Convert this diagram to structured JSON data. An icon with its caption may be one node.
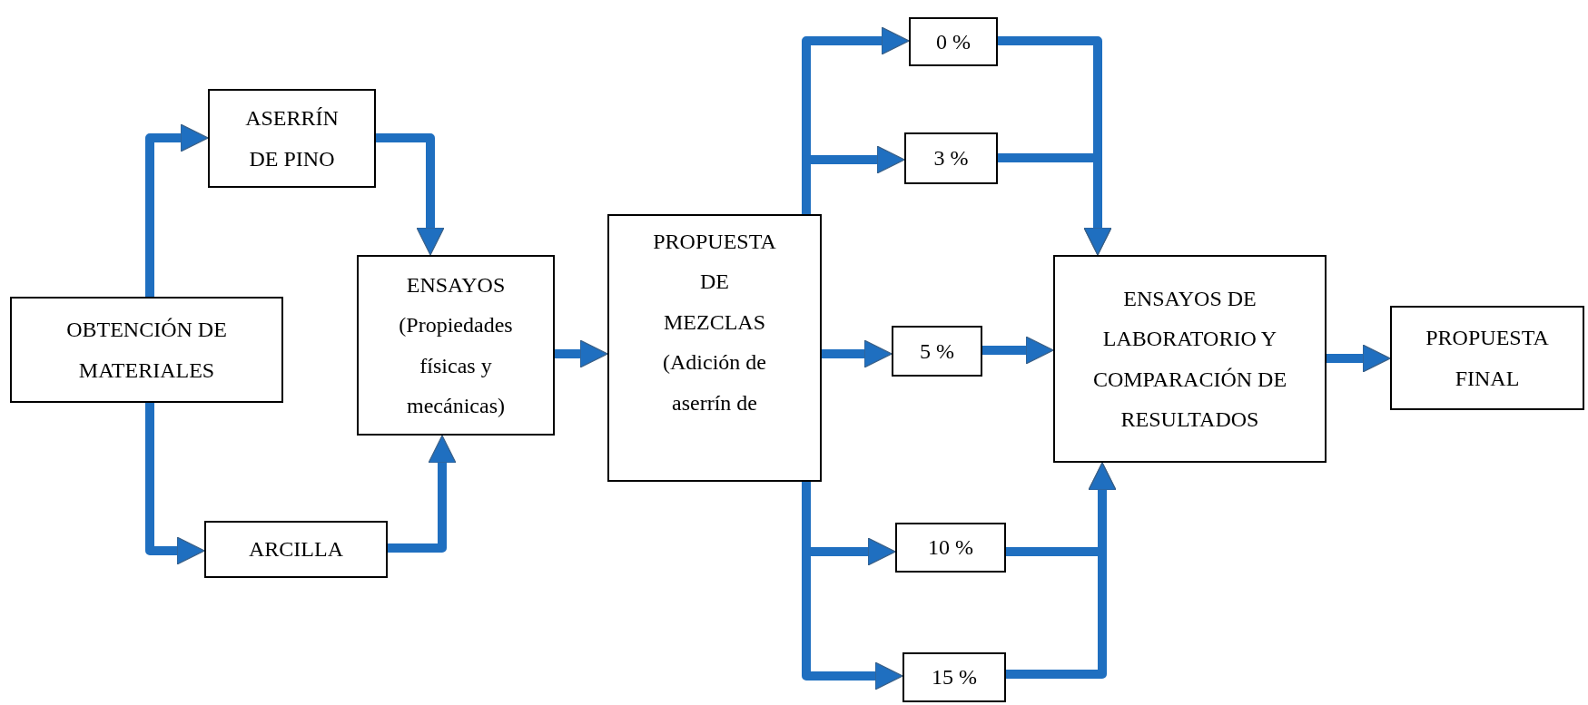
{
  "diagram": {
    "nodes": [
      {
        "text": [
          "OBTENCIÓN DE MATERIALES"
        ]
      },
      {
        "text": [
          "ASERRÍN DE PINO"
        ]
      },
      {
        "text": [
          "ARCILLA"
        ]
      },
      {
        "text": [
          "ENSAYOS (Propiedades físicas y mecánicas)"
        ]
      },
      {
        "text": [
          "PROPUESTA DE MEZCLAS (Adición de aserrín de"
        ]
      },
      {
        "text": [
          "0 %"
        ]
      },
      {
        "text": [
          "3 %"
        ]
      },
      {
        "text": [
          "5 %"
        ]
      },
      {
        "text": [
          "10 %"
        ]
      },
      {
        "text": [
          "15 %"
        ]
      },
      {
        "text": [
          "ENSAYOS DE LABORATORIO Y COMPARACIÓN DE RESULTADOS"
        ]
      },
      {
        "text": [
          "PROPUESTA FINAL"
        ]
      }
    ],
    "edges": [
      {
        "from": 0,
        "to": 1,
        "arrow": "to"
      },
      {
        "from": 0,
        "to": 2,
        "arrow": "to"
      },
      {
        "from": 1,
        "to": 3,
        "arrow": "to"
      },
      {
        "from": 2,
        "to": 3,
        "arrow": "to"
      },
      {
        "from": 3,
        "to": 4,
        "arrow": "to"
      },
      {
        "from": 4,
        "to": 5,
        "arrow": "to"
      },
      {
        "from": 4,
        "to": 6,
        "arrow": "to"
      },
      {
        "from": 4,
        "to": 7,
        "arrow": "to"
      },
      {
        "from": 4,
        "to": 8,
        "arrow": "to"
      },
      {
        "from": 4,
        "to": 9,
        "arrow": "to"
      },
      {
        "from": 5,
        "to": 10,
        "arrow": "to"
      },
      {
        "from": 6,
        "to": 10,
        "arrow": "to"
      },
      {
        "from": 7,
        "to": 10,
        "arrow": "to"
      },
      {
        "from": 8,
        "to": 10,
        "arrow": "to"
      },
      {
        "from": 9,
        "to": 10,
        "arrow": "to"
      },
      {
        "from": 10,
        "to": 11,
        "arrow": "to"
      }
    ]
  }
}
